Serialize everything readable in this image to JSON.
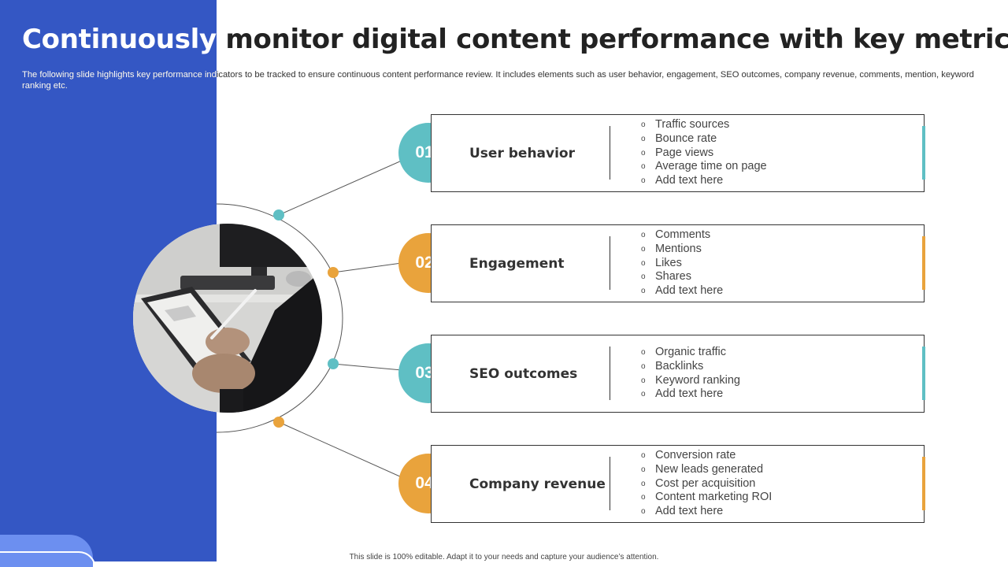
{
  "slide": {
    "title_part1": "Continuously",
    "title_part2": " monitor digital content performance with key metrics",
    "subtitle": "The following slide highlights key performance indicators to be tracked to ensure continuous content performance review. It includes elements such as user behavior, engagement, SEO outcomes, company revenue, comments, mention, keyword ranking etc.",
    "footer": "This slide is 100% editable. Adapt it to your needs and capture your audience’s attention."
  },
  "colors": {
    "panel": "#3457c4",
    "teal": "#5fbfc4",
    "orange": "#e9a33c"
  },
  "bullet_glyph": "o",
  "metrics": [
    {
      "number": "01",
      "label": "User behavior",
      "color": "teal",
      "items": [
        "Traffic sources",
        "Bounce rate",
        "Page views",
        "Average time on page",
        "Add text here"
      ]
    },
    {
      "number": "02",
      "label": "Engagement",
      "color": "orange",
      "items": [
        "Comments",
        "Mentions",
        "Likes",
        "Shares",
        "Add text here"
      ]
    },
    {
      "number": "03",
      "label": "SEO outcomes",
      "color": "teal",
      "items": [
        "Organic traffic",
        "Backlinks",
        "Keyword ranking",
        "Add text here"
      ]
    },
    {
      "number": "04",
      "label": "Company revenue",
      "color": "orange",
      "items": [
        "Conversion rate",
        "New leads generated",
        "Cost per acquisition",
        "Content marketing ROI",
        "Add text here"
      ]
    }
  ]
}
